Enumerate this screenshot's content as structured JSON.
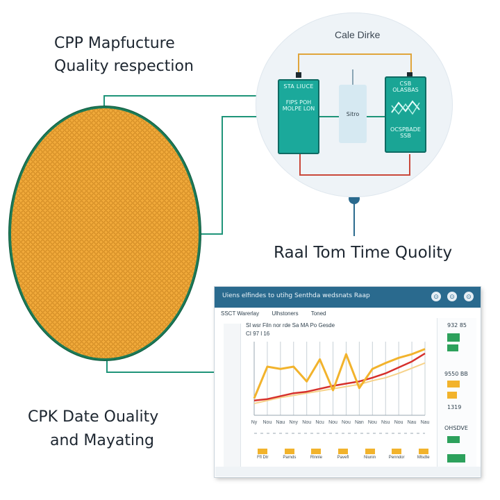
{
  "top_left_title": [
    "CPP Mapfucture",
    "Quality respection"
  ],
  "inset": {
    "title": "Cale Dirke",
    "left_card": [
      "STA LIUCE",
      "FIPS POH",
      "MOLPE LON"
    ],
    "middle_card": "Sitro",
    "right_card": [
      "CSB",
      "OLASBAS",
      "OCSPBADE",
      "SSB"
    ]
  },
  "right_caption": "Raal Tom Time Quolity",
  "bottom_left_caption": [
    "CPK Date Ouality",
    "and Mayating"
  ],
  "dashboard": {
    "title": "Uiens elfindes to utihg Senthda wedsnats Raap",
    "tabs": [
      "SSCT Warerlay",
      "Ulhstoners",
      "Toned"
    ],
    "label_line1": "Sl wsr   Filn nor rde   Sa   MA   Po   Gesde",
    "label_line2": "CI 97 l 16",
    "right_stats": [
      "932 85",
      "9550 BB",
      "1319",
      "OHSDVE"
    ],
    "buttons": [
      "⊙",
      "⊙",
      "⊙"
    ],
    "x_ticks": [
      "Ny",
      "Nou",
      "Nau",
      "Nny",
      "Nou",
      "Ncu",
      "Nou",
      "Nou",
      "Nan",
      "Nou",
      "Nsu",
      "Nou",
      "Nau",
      "Nau"
    ],
    "legend": [
      "Ffl Dtr",
      "Parnds",
      "Rlnnle",
      "Pavefl",
      "Niunin",
      "Penndor",
      "Mlsdte"
    ]
  },
  "colors": {
    "wafer": "#f0a93a",
    "teal": "#1ba99b",
    "dash_header": "#2a6a8e",
    "line_gold": "#f2b32c",
    "line_red": "#d6302b",
    "connector": "#1e9479"
  },
  "chart_data": {
    "type": "line",
    "title": "",
    "xlabel": "",
    "ylabel": "",
    "series": [
      {
        "values": [
          2.3,
          6.6,
          6.3,
          6.6,
          4.6,
          7.6,
          3.4,
          8.3,
          3.7,
          6.3,
          7.1,
          7.8,
          8.3,
          9.0
        ]
      },
      {
        "values": [
          2.0,
          2.2,
          2.6,
          3.0,
          3.2,
          3.6,
          4.0,
          4.3,
          4.6,
          5.1,
          5.7,
          6.5,
          7.3,
          8.4
        ]
      },
      {
        "values": [
          1.6,
          2.0,
          2.4,
          2.7,
          3.0,
          3.3,
          3.6,
          3.9,
          4.2,
          4.7,
          5.1,
          5.7,
          6.4,
          7.1
        ]
      }
    ]
  }
}
